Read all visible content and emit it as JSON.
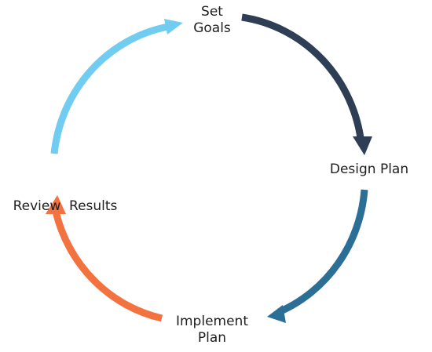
{
  "stages": [
    {
      "key": "set_goals",
      "line1": "Set",
      "line2": "Goals"
    },
    {
      "key": "design_plan",
      "line1": "Design Plan",
      "line2": ""
    },
    {
      "key": "implement_plan",
      "line1": "Implement",
      "line2": "Plan"
    },
    {
      "key": "review_results",
      "line1": "Review  Results",
      "line2": ""
    }
  ],
  "arrows": [
    {
      "from": "set_goals",
      "to": "design_plan",
      "color": "#2e3f55"
    },
    {
      "from": "design_plan",
      "to": "implement_plan",
      "color": "#2b6f97"
    },
    {
      "from": "implement_plan",
      "to": "review_results",
      "color": "#f27240"
    },
    {
      "from": "review_results",
      "to": "set_goals",
      "color": "#71ccf1"
    }
  ]
}
